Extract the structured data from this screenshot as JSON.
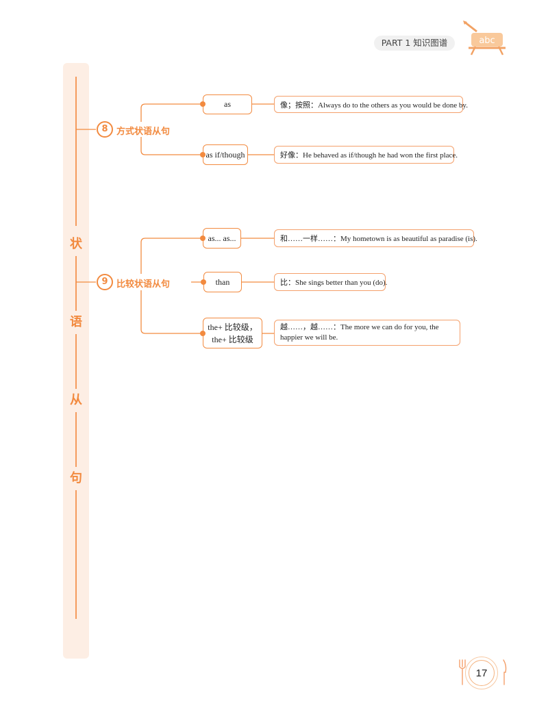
{
  "header": {
    "part_label": "PART 1  知识图谱",
    "badge_text": "abc"
  },
  "sidebar": {
    "chars": [
      "状",
      "语",
      "从",
      "句"
    ]
  },
  "topics": [
    {
      "number": "8",
      "title": "方式状语从句",
      "items": [
        {
          "node": "as",
          "example": "像；按照：Always do to the others as you would be done by."
        },
        {
          "node": "as if/though",
          "example": "好像：He behaved as if/though he had won the first place."
        }
      ]
    },
    {
      "number": "9",
      "title": "比较状语从句",
      "items": [
        {
          "node": "as... as...",
          "example": "和……一样……：My hometown is as beautiful as paradise (is)."
        },
        {
          "node": "than",
          "example": "比：She sings better than you (do)."
        },
        {
          "node_lines": [
            "the+ 比较级，",
            "the+ 比较级"
          ],
          "example": "越……，越……：The more we can do for you, the happier we will be."
        }
      ]
    }
  ],
  "footer": {
    "page_number": "17"
  },
  "colors": {
    "accent": "#f28a3f",
    "sidebar_bg": "#fdeee4"
  }
}
